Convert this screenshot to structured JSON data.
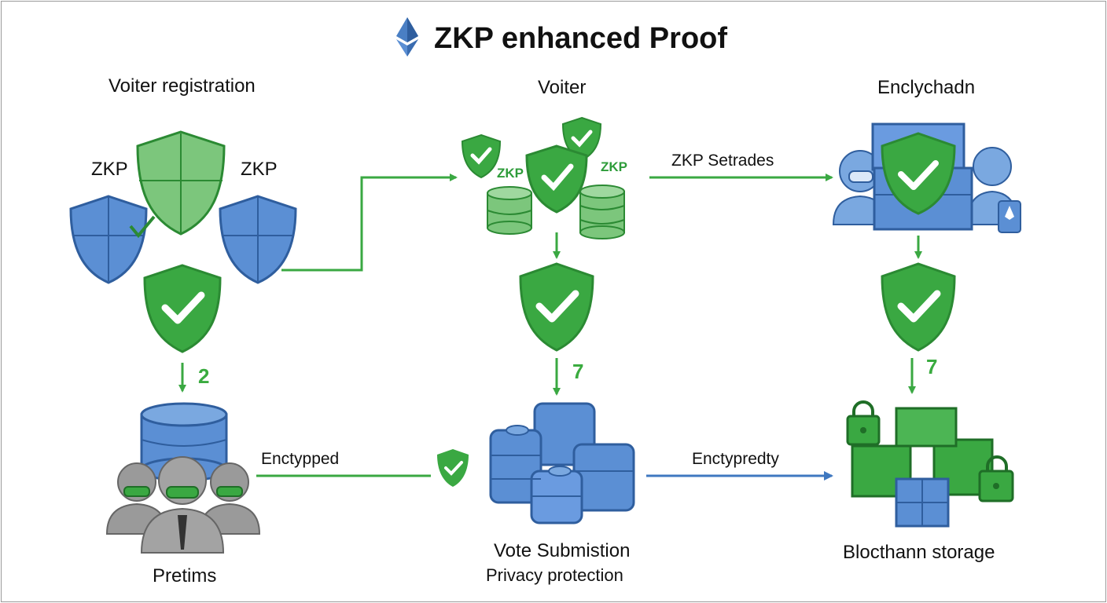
{
  "title": "ZKP enhanced Proof",
  "stages": {
    "registration": {
      "heading": "Voiter registration",
      "left_label": "ZKP",
      "right_label": "ZKP",
      "step": "2",
      "bottom_label": "Pretims"
    },
    "voter": {
      "heading": "Voiter",
      "label_left": "ZKP",
      "label_right": "ZKP",
      "step": "7",
      "bottom_label": "Vote Submistion",
      "bottom_sublabel": "Privacy protection"
    },
    "blockchain": {
      "heading": "Enclychadn",
      "step": "7",
      "bottom_label": "Blocthann storage"
    }
  },
  "connectors": {
    "top_right": "ZKP Setrades",
    "bottom_left": "Enctypped",
    "bottom_right": "Enctypredty"
  },
  "colors": {
    "green": "#3aa842",
    "green_dark": "#2b8a33",
    "blue": "#5b8fd4",
    "blue_dark": "#2f5e9e",
    "gray": "#9a9a9a"
  }
}
